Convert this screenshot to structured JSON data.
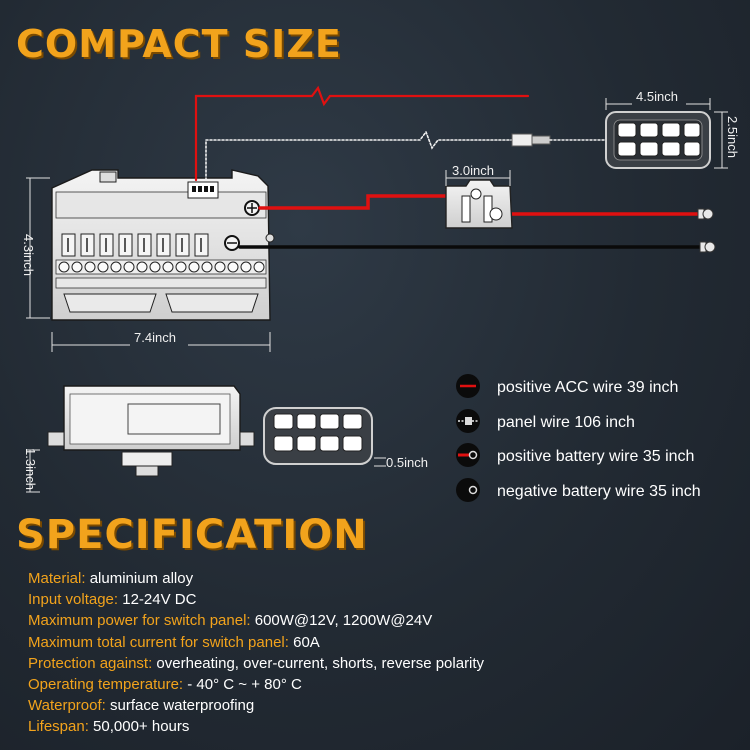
{
  "titles": {
    "compact": "COMPACT SIZE",
    "spec": "SPECIFICATION"
  },
  "dimensions": {
    "panel_width": "4.5inch",
    "panel_height": "2.5inch",
    "relay_width": "3.0inch",
    "box_height": "4.3inch",
    "box_width": "7.4inch",
    "box_depth": "1.3inch",
    "panel_depth": "0.5inch"
  },
  "legend": [
    {
      "label": "positive ACC wire 39 inch",
      "icon": "red-wire-icon"
    },
    {
      "label": "panel wire 106 inch",
      "icon": "connector-wire-icon"
    },
    {
      "label": "positive battery wire 35 inch",
      "icon": "red-ring-terminal-icon"
    },
    {
      "label": "negative battery wire 35 inch",
      "icon": "black-ring-terminal-icon"
    }
  ],
  "specs": [
    {
      "key": "Material:",
      "value": " aluminium alloy"
    },
    {
      "key": "Input voltage:",
      "value": " 12-24V DC"
    },
    {
      "key": "Maximum power for switch panel:",
      "value": " 600W@12V, 1200W@24V"
    },
    {
      "key": "Maximum total current for switch panel:",
      "value": " 60A"
    },
    {
      "key": "Protection against:",
      "value": " overheating, over-current, shorts, reverse polarity"
    },
    {
      "key": "Operating temperature:",
      "value": " - 40° C ~ + 80° C"
    },
    {
      "key": "Waterproof:",
      "value": " surface waterproofing"
    },
    {
      "key": "Lifespan:",
      "value": " 50,000+ hours"
    }
  ],
  "colors": {
    "accent": "#f2a31c",
    "wire_red": "#e01010",
    "wire_black": "#0a0a0a"
  }
}
